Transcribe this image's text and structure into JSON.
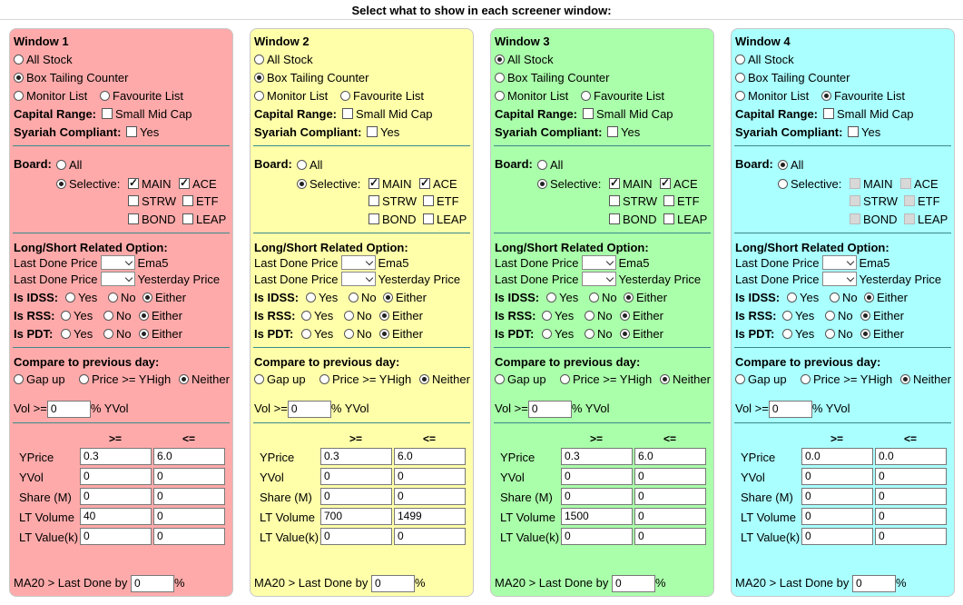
{
  "page_title": "Select what to show in each screener window:",
  "labels": {
    "all_stock": "All Stock",
    "box_tailing": "Box Tailing Counter",
    "monitor_list": "Monitor List",
    "favourite_list": "Favourite List",
    "capital_range": "Capital Range:",
    "small_mid_cap": "Small Mid Cap",
    "syariah": "Syariah Compliant:",
    "yes": "Yes",
    "no": "No",
    "either": "Either",
    "board": "Board:",
    "all": "All",
    "selective": "Selective:",
    "main": "MAIN",
    "ace": "ACE",
    "strw": "STRW",
    "etf": "ETF",
    "bond": "BOND",
    "leap": "LEAP",
    "long_short": "Long/Short Related Option:",
    "last_done_price": "Last Done Price",
    "ema5": "Ema5",
    "yesterday_price": "Yesterday Price",
    "is_idss": "Is IDSS:",
    "is_rss": "Is RSS:",
    "is_pdt": "Is PDT:",
    "compare": "Compare to previous day:",
    "gap_up": "Gap up",
    "price_yhigh": "Price >= YHigh",
    "neither": "Neither",
    "vol_ge": "Vol >=",
    "pct_yvol": "% YVol",
    "col_ge": ">=",
    "col_le": "<=",
    "yprice": "YPrice",
    "yvol": "YVol",
    "share_m": "Share (M)",
    "lt_volume": "LT Volume",
    "lt_value": "LT Value(k)",
    "ma20": "MA20 > Last Done by",
    "pct": "%"
  },
  "windows": [
    {
      "title": "Window 1",
      "bg": "#ffaaaa",
      "source": "box",
      "board": "selective",
      "boards_enabled": true,
      "boards": {
        "main": true,
        "ace": true,
        "strw": false,
        "etf": false,
        "bond": false,
        "leap": false
      },
      "small_mid_cap": false,
      "syariah_yes": false,
      "idss": "either",
      "rss": "either",
      "pdt": "either",
      "compare": "neither",
      "vol": "0",
      "yprice": [
        "0.3",
        "6.0"
      ],
      "yvol": [
        "0",
        "0"
      ],
      "share": [
        "0",
        "0"
      ],
      "lt_volume": [
        "40",
        "0"
      ],
      "lt_value": [
        "0",
        "0"
      ],
      "ma20": "0"
    },
    {
      "title": "Window 2",
      "bg": "#ffffaa",
      "source": "box",
      "board": "selective",
      "boards_enabled": true,
      "boards": {
        "main": true,
        "ace": true,
        "strw": false,
        "etf": false,
        "bond": false,
        "leap": false
      },
      "small_mid_cap": false,
      "syariah_yes": false,
      "idss": "either",
      "rss": "either",
      "pdt": "either",
      "compare": "neither",
      "vol": "0",
      "yprice": [
        "0.3",
        "6.0"
      ],
      "yvol": [
        "0",
        "0"
      ],
      "share": [
        "0",
        "0"
      ],
      "lt_volume": [
        "700",
        "1499"
      ],
      "lt_value": [
        "0",
        "0"
      ],
      "ma20": "0"
    },
    {
      "title": "Window 3",
      "bg": "#aaffaa",
      "source": "all",
      "board": "selective",
      "boards_enabled": true,
      "boards": {
        "main": true,
        "ace": true,
        "strw": false,
        "etf": false,
        "bond": false,
        "leap": false
      },
      "small_mid_cap": false,
      "syariah_yes": false,
      "idss": "either",
      "rss": "either",
      "pdt": "either",
      "compare": "neither",
      "vol": "0",
      "yprice": [
        "0.3",
        "6.0"
      ],
      "yvol": [
        "0",
        "0"
      ],
      "share": [
        "0",
        "0"
      ],
      "lt_volume": [
        "1500",
        "0"
      ],
      "lt_value": [
        "0",
        "0"
      ],
      "ma20": "0"
    },
    {
      "title": "Window 4",
      "bg": "#aaffff",
      "source": "favourite",
      "board": "all",
      "boards_enabled": false,
      "boards": {
        "main": false,
        "ace": false,
        "strw": false,
        "etf": false,
        "bond": false,
        "leap": false
      },
      "small_mid_cap": false,
      "syariah_yes": false,
      "idss": "either",
      "rss": "either",
      "pdt": "either",
      "compare": "neither",
      "vol": "0",
      "yprice": [
        "0.0",
        "0.0"
      ],
      "yvol": [
        "0",
        "0"
      ],
      "share": [
        "0",
        "0"
      ],
      "lt_volume": [
        "0",
        "0"
      ],
      "lt_value": [
        "0",
        "0"
      ],
      "ma20": "0"
    }
  ]
}
